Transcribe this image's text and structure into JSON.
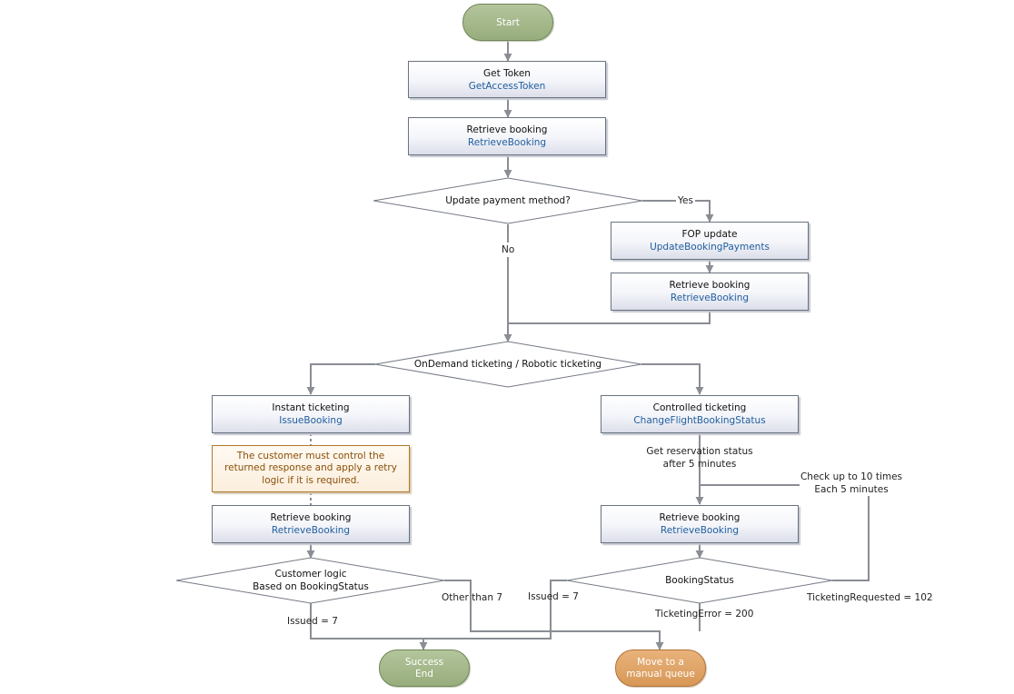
{
  "nodes": {
    "start": "Start",
    "get_token": {
      "title": "Get Token",
      "api": "GetAccessToken"
    },
    "retrieve1": {
      "title": "Retrieve booking",
      "api": "RetrieveBooking"
    },
    "decision_payment": "Update payment method?",
    "fop_update": {
      "title": "FOP update",
      "api": "UpdateBookingPayments"
    },
    "retrieve2": {
      "title": "Retrieve booking",
      "api": "RetrieveBooking"
    },
    "decision_ticketing": "OnDemand ticketing / Robotic ticketing",
    "instant": {
      "title": "Instant ticketing",
      "api": "IssueBooking"
    },
    "note": "The customer must control the returned response and apply a retry logic if it is required.",
    "retrieve3": {
      "title": "Retrieve booking",
      "api": "RetrieveBooking"
    },
    "decision_customer": {
      "line1": "Customer logic",
      "line2": "Based on BookingStatus"
    },
    "controlled": {
      "title": "Controlled ticketing",
      "api": "ChangeFlightBookingStatus"
    },
    "retrieve4": {
      "title": "Retrieve booking",
      "api": "RetrieveBooking"
    },
    "decision_status": "BookingStatus",
    "success": {
      "line1": "Success",
      "line2": "End"
    },
    "manual": {
      "line1": "Move to a",
      "line2": "manual queue"
    }
  },
  "edge_labels": {
    "yes": "Yes",
    "no": "No",
    "get_status": {
      "line1": "Get reservation status",
      "line2": "after 5 minutes"
    },
    "check": {
      "line1": "Check up to 10 times",
      "line2": "Each 5 minutes"
    },
    "issued_left": "Issued = 7",
    "other_than": "Other than 7",
    "issued_right": "Issued = 7",
    "ticketing_error": "TicketingError = 200",
    "ticketing_requested": "TicketingRequested = 102"
  },
  "colors": {
    "connector": "#8a8d94",
    "api_text": "#1f5e9e",
    "start_end": "#a8b98f",
    "manual_queue": "#dda468",
    "note_border": "#b07a2c"
  }
}
